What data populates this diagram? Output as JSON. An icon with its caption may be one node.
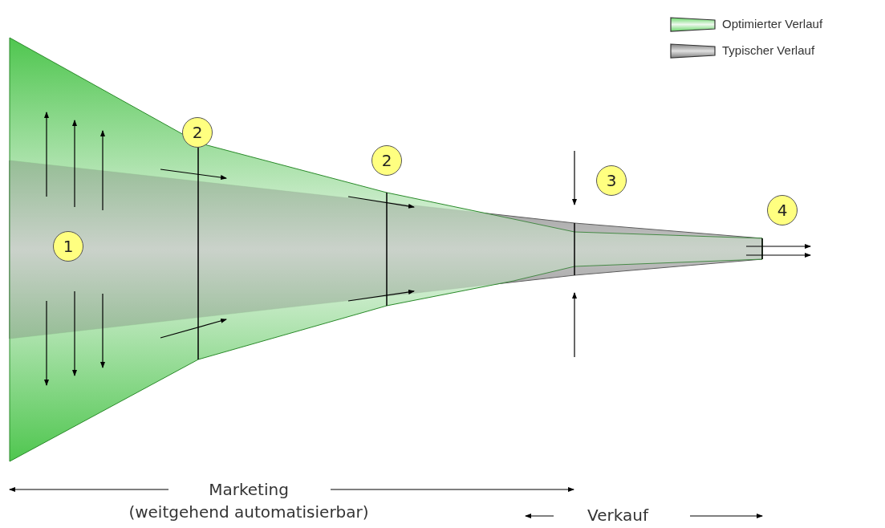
{
  "diagram": {
    "nodes": [
      {
        "text": [
          "1"
        ]
      },
      {
        "text": [
          "2"
        ]
      },
      {
        "text": [
          "2"
        ]
      },
      {
        "text": [
          "3"
        ]
      },
      {
        "text": [
          "4"
        ]
      }
    ],
    "edges": [],
    "labels": [
      "Marketing",
      "(weitgehend automatisierbar)",
      "Verkauf"
    ],
    "legend": [
      {
        "text": "Optimierter Verlauf"
      },
      {
        "text": "Typischer Verlauf"
      }
    ]
  }
}
